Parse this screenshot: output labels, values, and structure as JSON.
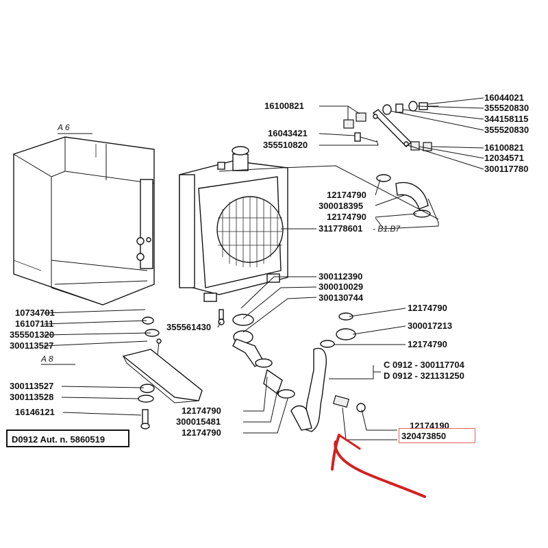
{
  "footer": {
    "model_text": "D0912 Aut. n. 5860519"
  },
  "views": {
    "a6": "A 6",
    "a8": "A 8"
  },
  "annotation": {
    "highlight_color": "#e0605a",
    "arrow_color": "#d42020"
  },
  "callouts": {
    "top_left": [
      "16100821",
      "16043421",
      "355510820"
    ],
    "top_right": [
      "16044021",
      "355520830",
      "344158115",
      "355520830",
      "16100821",
      "12034571",
      "300117780"
    ],
    "radiator": [
      "12174790",
      "300018395",
      "12174790",
      "311778601"
    ],
    "radiator_suffix": "- B1.B7",
    "left_column": [
      "10734701",
      "16107111",
      "355501320",
      "300113527"
    ],
    "left_lower": [
      "300113527",
      "300113528",
      "16146121"
    ],
    "middle": [
      "300112390",
      "300010029",
      "300130744"
    ],
    "thermostat": "355561430",
    "hose_right": [
      "12174790",
      "300017213",
      "12174790"
    ],
    "variant_c": "C 0912 - 300117704",
    "variant_d": "D 0912 - 321131250",
    "bottom_left": [
      "12174790",
      "300015481",
      "12174790"
    ],
    "bottom_right": [
      "12174190",
      "320473850"
    ]
  }
}
